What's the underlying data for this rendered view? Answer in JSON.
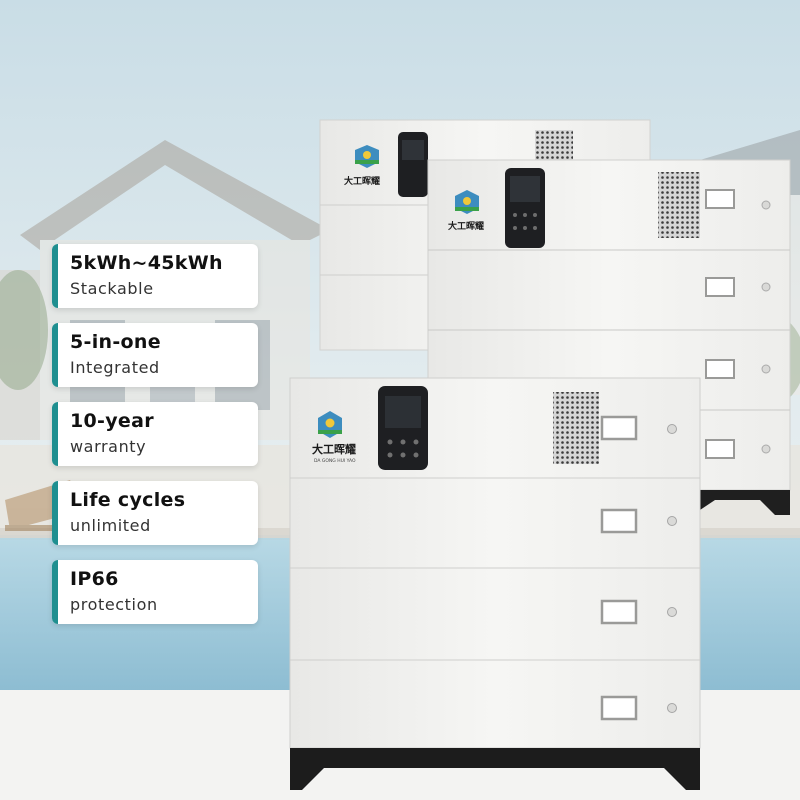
{
  "features": [
    {
      "title": "5kWh~45kWh",
      "subtitle": "Stackable"
    },
    {
      "title": "5-in-one",
      "subtitle": "Integrated"
    },
    {
      "title": "10-year",
      "subtitle": "warranty"
    },
    {
      "title": "Life cycles",
      "subtitle": "unlimited"
    },
    {
      "title": "IP66",
      "subtitle": "protection"
    }
  ],
  "product": {
    "brand_name": "大工晖耀",
    "brand_subtitle": "DA GONG HUI YAO"
  },
  "colors": {
    "accent": "#1f8f90",
    "unit_body": "#f2f2f0",
    "display": "#1e1f22",
    "pool_water": "#7fb7cf"
  },
  "icons": [
    "brand-logo-icon"
  ]
}
